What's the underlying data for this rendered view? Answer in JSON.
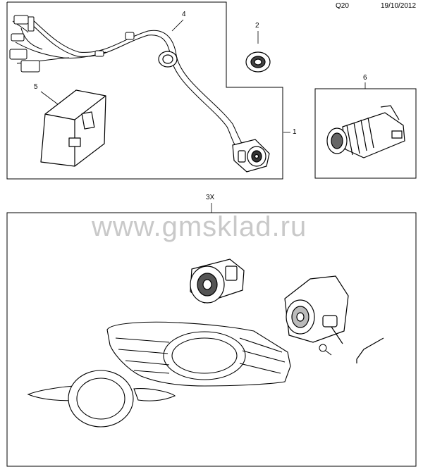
{
  "header": {
    "page_code": "Q20",
    "date": "19/10/2012"
  },
  "watermark": "www.gmsklad.ru",
  "callouts": {
    "c1": "1",
    "c2": "2",
    "c3": "3X",
    "c4": "4",
    "c5": "5",
    "c6": "6"
  },
  "colors": {
    "line": "#000000",
    "watermark": "#c9c9c9",
    "background": "#ffffff"
  }
}
